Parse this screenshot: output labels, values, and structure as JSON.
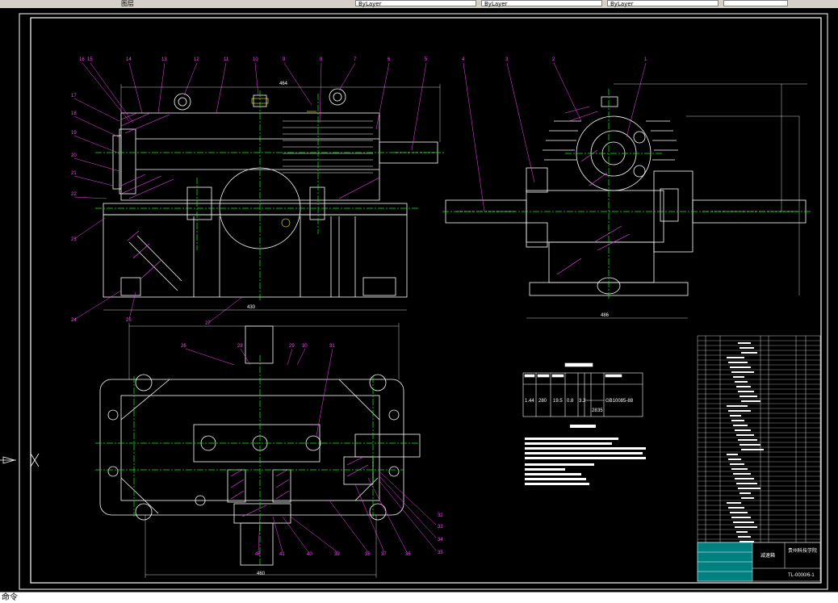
{
  "toolbar": {
    "layer_label": "图层",
    "bylayer_1": "ByLayer",
    "bylayer_2": "ByLayer",
    "bylayer_3": "ByLayer"
  },
  "drawing": {
    "front_part_labels": [
      "16",
      "15",
      "14",
      "13",
      "12",
      "11",
      "10",
      "9",
      "8",
      "7",
      "6",
      "5",
      "17",
      "18",
      "19",
      "20",
      "21",
      "22",
      "23",
      "24",
      "25",
      "27"
    ],
    "side_part_labels": [
      "4",
      "3",
      "2",
      "1"
    ],
    "plan_part_labels": [
      "26",
      "28",
      "29",
      "30",
      "31",
      "46",
      "41",
      "40",
      "39",
      "38",
      "37",
      "36",
      "35",
      "34",
      "33",
      "32"
    ],
    "dims": {
      "front_width": "464",
      "front_bottom": "430",
      "side_bottom": "486",
      "plan_bottom": "460"
    },
    "spec_table": {
      "values": [
        "1.44",
        "280",
        "19.5",
        "0.8",
        "3.2",
        "GB10085-88",
        "28",
        "35"
      ]
    },
    "title_block": {
      "drawing_title": "减速箱",
      "school": "贵州科技学院",
      "drawing_no": "TL-0000/6-1"
    }
  },
  "statusbar": {
    "text": "命令"
  },
  "colors": {
    "outline": "#ffffff",
    "centerline": "#00ff00",
    "leader": "#ff40ff",
    "hatch": "#ff40ff",
    "gear_tooth": "#ffff00",
    "frame": "#ffffff",
    "title_fill": "#008080"
  }
}
